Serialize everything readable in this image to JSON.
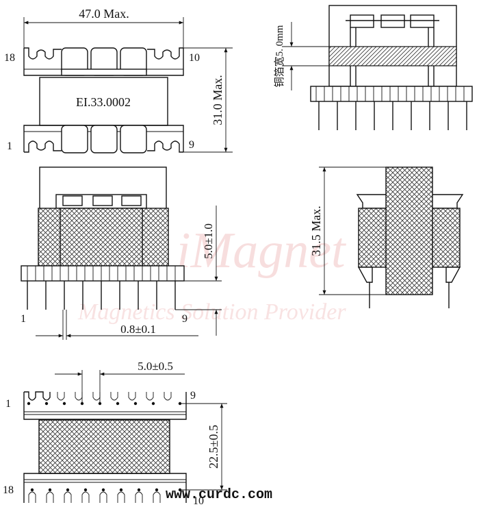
{
  "part_number": "EI.33.0002",
  "dimensions": {
    "width_max": "47.0 Max.",
    "height_max": "31.0 Max.",
    "copper_foil": "铜箔宽5. 0mm",
    "pin_length": "5.0±1.0",
    "pin_diameter": "0.8±0.1",
    "side_height_max": "31.5 Max.",
    "pin_pitch": "5.0±0.5",
    "row_spacing": "22.5±0.5"
  },
  "pins": {
    "top_left": "18",
    "top_right": "10",
    "bottom_left": "1",
    "bottom_right": "9",
    "front_left": "1",
    "front_right": "9",
    "bottom_view_top_left": "1",
    "bottom_view_top_right": "9",
    "bottom_view_bottom_left": "18",
    "bottom_view_bottom_right": "10"
  },
  "watermark": {
    "brand": "iMagnet",
    "slogan": "Magnetics Solution Provider"
  },
  "website": "www.curdc.com",
  "colors": {
    "line": "#111111",
    "watermark": "#f2c4c4",
    "background": "#ffffff"
  }
}
